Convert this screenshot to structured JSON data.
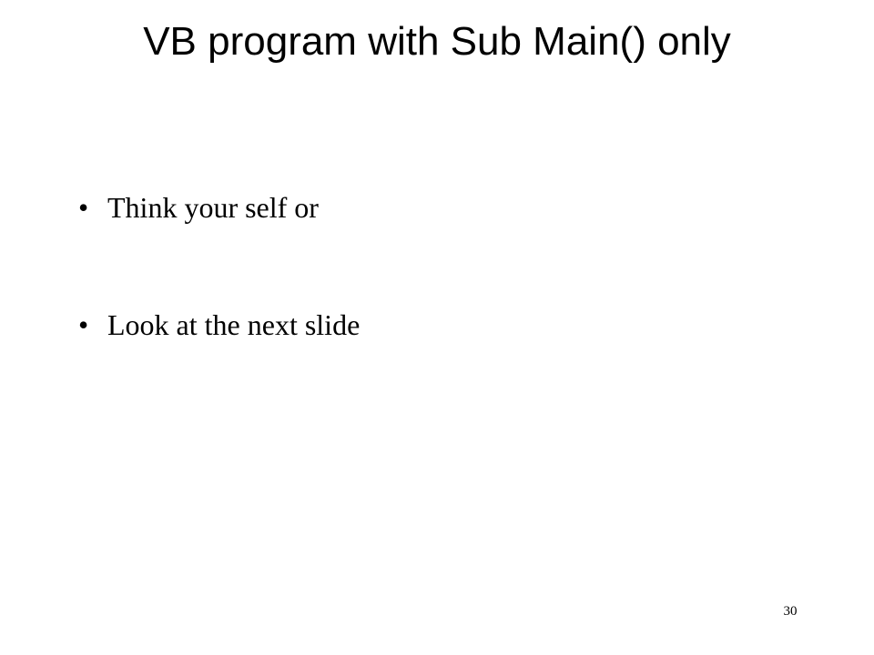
{
  "slide": {
    "title": "VB program with Sub Main() only",
    "bullets": [
      {
        "marker": "•",
        "text": "Think your self or"
      },
      {
        "marker": "•",
        "text": "Look at the next slide"
      }
    ],
    "slide_number": "30"
  },
  "colors": {
    "background": "#ffffff",
    "text": "#000000"
  }
}
